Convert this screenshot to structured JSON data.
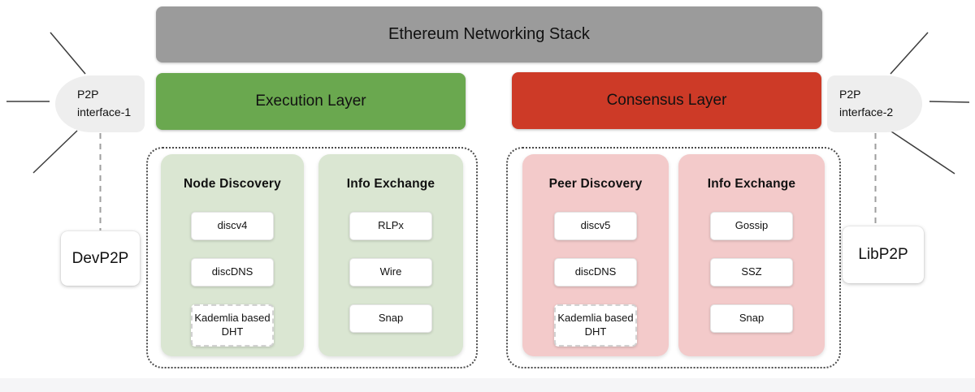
{
  "title_bar": {
    "label": "Ethereum Networking Stack"
  },
  "layers": {
    "execution": {
      "label": "Execution Layer"
    },
    "consensus": {
      "label": "Consensus Layer"
    }
  },
  "execution_group": {
    "panels": [
      {
        "title": "Node Discovery",
        "chips": [
          "discv4",
          "discDNS",
          "Kademlia based DHT"
        ]
      },
      {
        "title": "Info Exchange",
        "chips": [
          "RLPx",
          "Wire",
          "Snap"
        ]
      }
    ]
  },
  "consensus_group": {
    "panels": [
      {
        "title": "Peer Discovery",
        "chips": [
          "discv5",
          "discDNS",
          "Kademlia based DHT"
        ]
      },
      {
        "title": "Info Exchange",
        "chips": [
          "Gossip",
          "SSZ",
          "Snap"
        ]
      }
    ]
  },
  "interfaces": {
    "left": {
      "line1": "P2P",
      "line2": "interface-1",
      "protocol": "DevP2P"
    },
    "right": {
      "line1": "P2P",
      "line2": "interface-2",
      "protocol": "LibP2P"
    }
  },
  "colors": {
    "title_bar_gray": "#9b9b9b",
    "execution_green": "#6aa84f",
    "consensus_red": "#cd3a27",
    "execution_panel_light_green": "#dae6d2",
    "consensus_panel_pink": "#f3caca",
    "interface_gray": "#eeeeee",
    "chip_white": "#ffffff",
    "bottom_strip_gray": "#f5f5f7"
  }
}
